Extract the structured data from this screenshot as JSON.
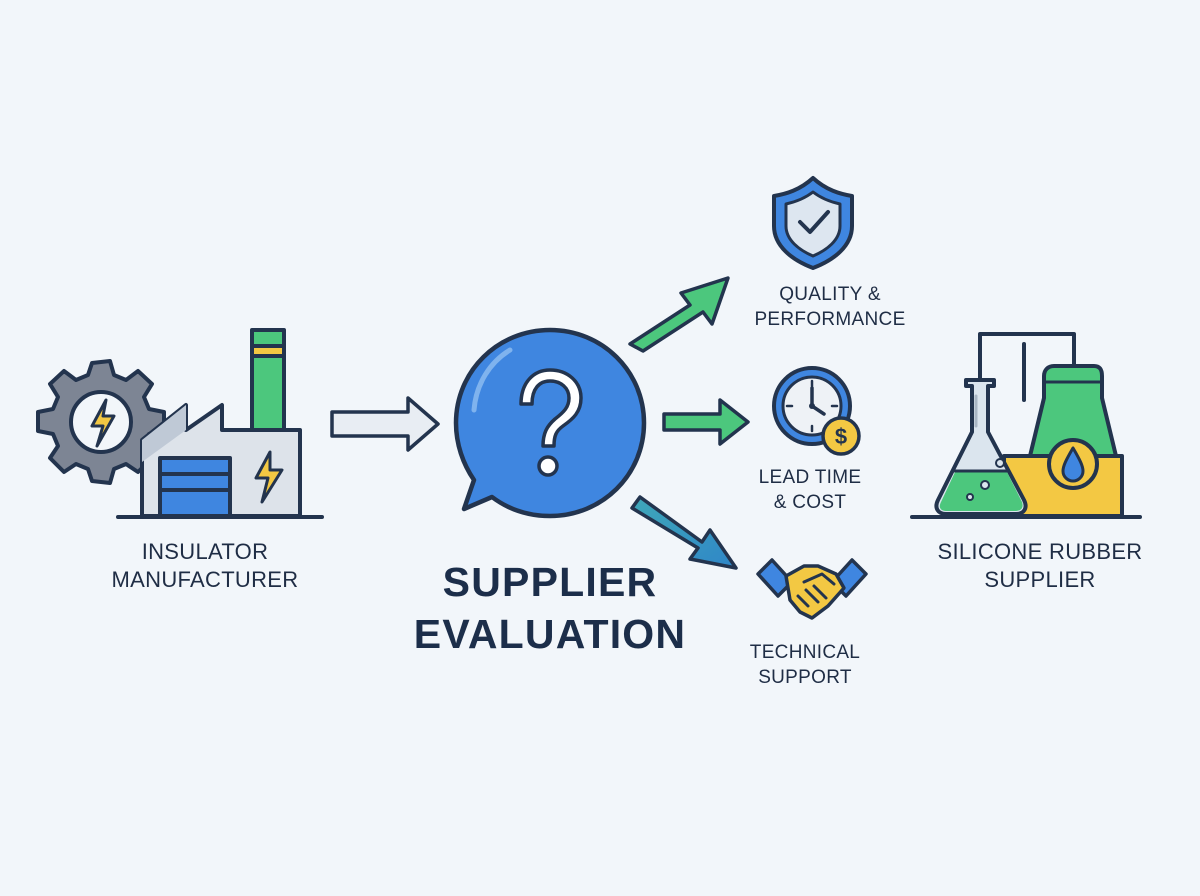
{
  "colors": {
    "background": "#f2f6fa",
    "outline": "#23344e",
    "blue": "#3f86e0",
    "green": "#4cc77d",
    "yellow": "#f3c843",
    "gray": "#7d8594",
    "text": "#1f2d45"
  },
  "nodes": {
    "manufacturer": {
      "icon": "factory-gear-icon",
      "label_lines": [
        "INSULATOR",
        "MANUFACTURER"
      ]
    },
    "evaluation": {
      "icon": "question-speech-bubble-icon",
      "label_lines": [
        "SUPPLIER",
        "EVALUATION"
      ]
    },
    "supplier": {
      "icon": "lab-flask-plant-icon",
      "label_lines": [
        "SILICONE RUBBER",
        "SUPPLIER"
      ]
    }
  },
  "criteria": [
    {
      "icon": "shield-check-icon",
      "label_lines": [
        "QUALITY &",
        "PERFORMANCE"
      ]
    },
    {
      "icon": "clock-dollar-icon",
      "label_lines": [
        "LEAD TIME",
        "& COST"
      ]
    },
    {
      "icon": "handshake-icon",
      "label_lines": [
        "TECHNICAL",
        "SUPPORT"
      ]
    }
  ],
  "arrows": [
    {
      "from": "manufacturer",
      "to": "evaluation",
      "style": "outline"
    },
    {
      "from": "evaluation",
      "to": "quality",
      "style": "green"
    },
    {
      "from": "evaluation",
      "to": "leadtime",
      "style": "green"
    },
    {
      "from": "evaluation",
      "to": "support",
      "style": "teal"
    }
  ]
}
